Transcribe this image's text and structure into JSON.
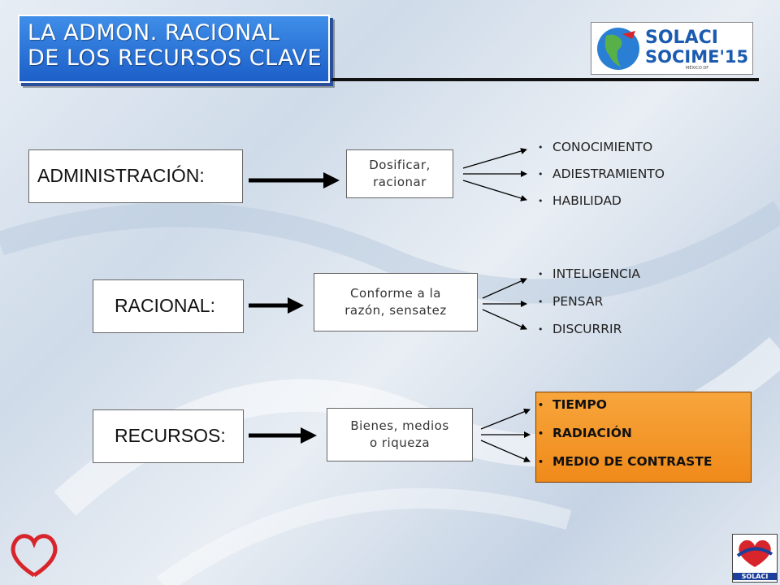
{
  "title": {
    "line1": "LA ADMON. RACIONAL",
    "line2": "DE LOS RECURSOS CLAVE"
  },
  "logo": {
    "line1": "SOLACI",
    "line2": "SOCIME'15",
    "sub": "MÉXICO DF"
  },
  "rows": [
    {
      "label": "ADMINISTRACIÓN:",
      "definition": [
        "Dosificar,",
        "racionar"
      ],
      "items": [
        "CONOCIMIENTO",
        "ADIESTRAMIENTO",
        "HABILIDAD"
      ]
    },
    {
      "label": "RACIONAL:",
      "definition": [
        "Conforme a la",
        "razón, sensatez"
      ],
      "items": [
        "INTELIGENCIA",
        "PENSAR",
        "DISCURRIR"
      ]
    },
    {
      "label": "RECURSOS:",
      "definition": [
        "Bienes, medios",
        "o riqueza"
      ],
      "items": [
        "TIEMPO",
        "RADIACIÓN",
        "MEDIO DE CONTRASTE"
      ]
    }
  ],
  "badge": {
    "label": "SOLACI"
  },
  "colors": {
    "title_bg": "#2a74dc",
    "highlight": "#f39325",
    "arrow": "#000000"
  }
}
